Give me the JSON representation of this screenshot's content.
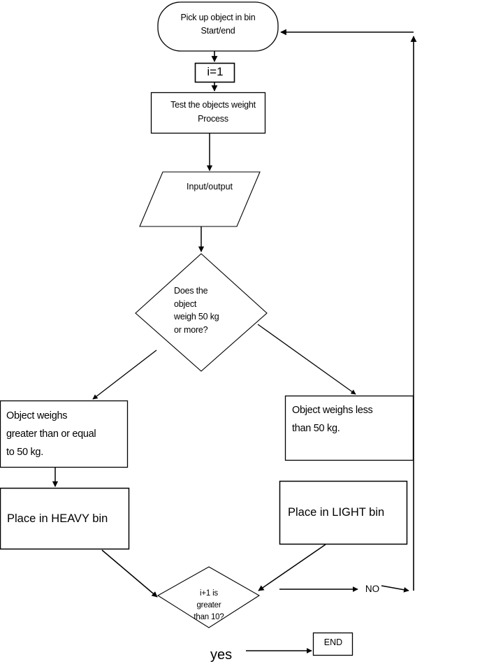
{
  "diagram": {
    "title": "Pick up object in bin flowchart",
    "background_color": "#ffffff",
    "stroke_color": "#000000",
    "nodes": {
      "start_terminal": {
        "shape": "terminal",
        "label": "Pick up object in bin\nStart/end"
      },
      "init": {
        "shape": "process",
        "label": "i=1"
      },
      "test_weight": {
        "shape": "process",
        "label": "Test the objects weight\nProcess"
      },
      "input_output": {
        "shape": "parallelogram",
        "label": "Input/output"
      },
      "weight_decision": {
        "shape": "decision",
        "label": "Does the\nobject\nweigh 50 kg\nor more?"
      },
      "heavy_result": {
        "shape": "process",
        "label": "Object weighs\ngreater than or equal\nto 50 kg."
      },
      "light_result": {
        "shape": "process",
        "label": "Object weighs less\nthan 50 kg."
      },
      "place_heavy": {
        "shape": "process",
        "label": "Place in HEAVY bin"
      },
      "place_light": {
        "shape": "process",
        "label": "Place in LIGHT bin"
      },
      "counter_decision": {
        "shape": "decision",
        "label": "i+1 is\ngreater\nthan 10?"
      },
      "end_terminal": {
        "shape": "process",
        "label": "END"
      }
    },
    "edge_labels": {
      "no_branch": "NO",
      "yes_branch": "yes"
    }
  }
}
